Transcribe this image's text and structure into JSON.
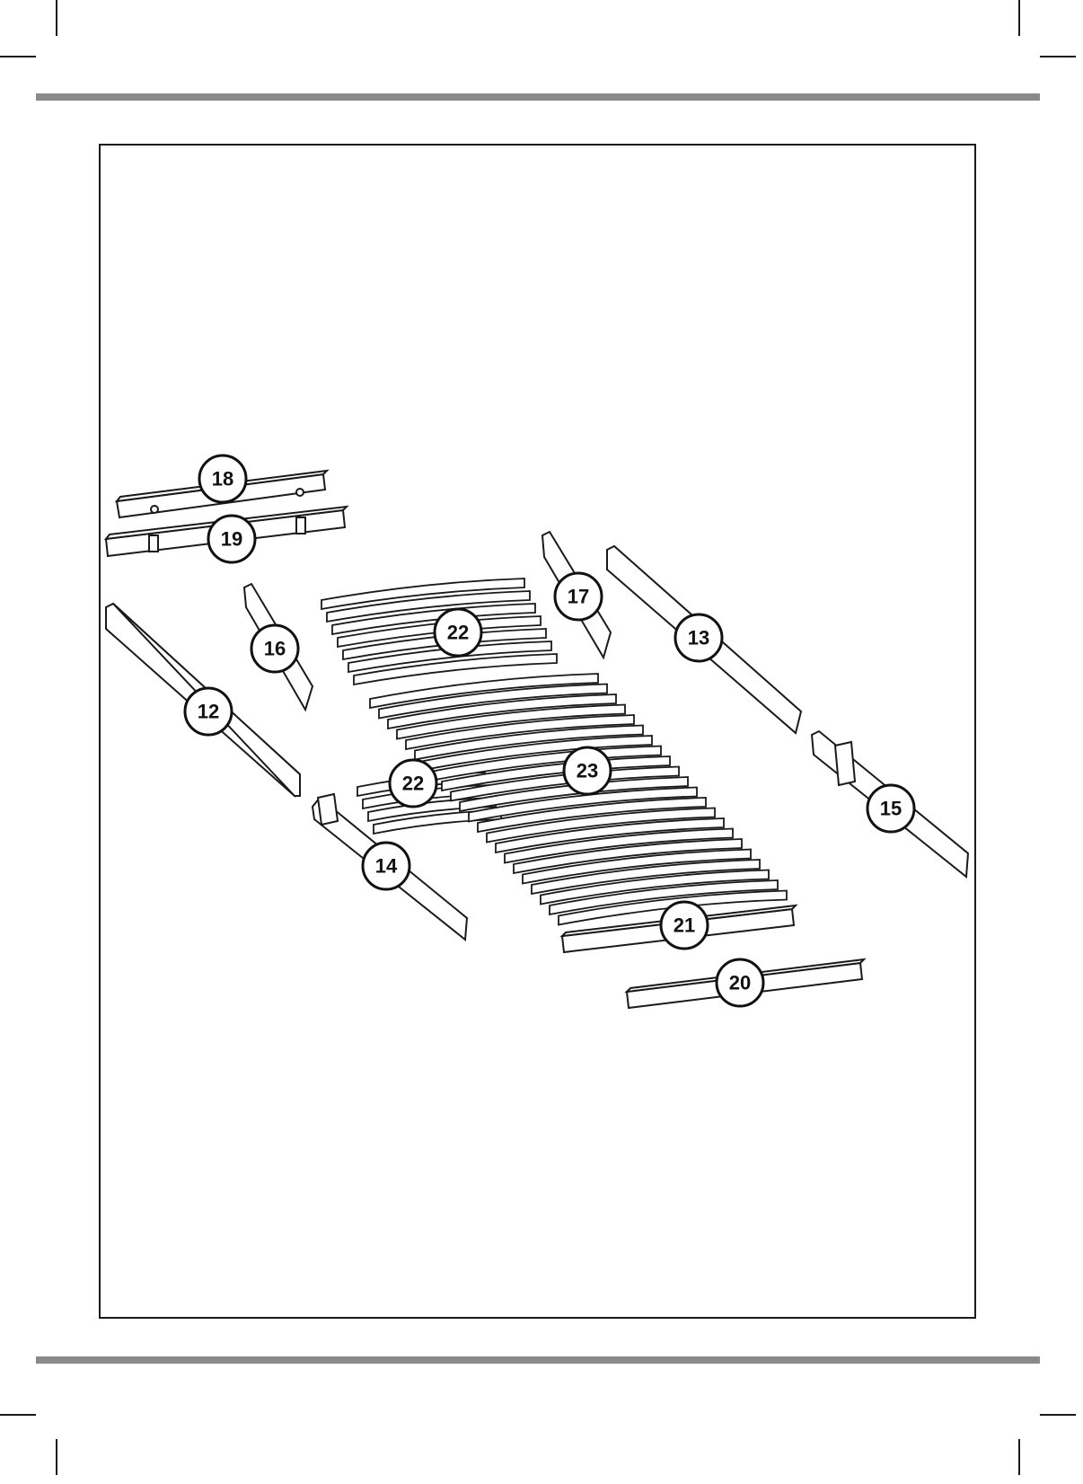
{
  "colors": {
    "bar": "#8a8a8a",
    "line": "#1a1a1a",
    "fill": "#ffffff"
  },
  "parts": [
    {
      "id": "p12",
      "label": "12",
      "kind": "long-rail-with-holes"
    },
    {
      "id": "p13",
      "label": "13",
      "kind": "long-rail-with-holes"
    },
    {
      "id": "p14",
      "label": "14",
      "kind": "rail-with-bracket"
    },
    {
      "id": "p15",
      "label": "15",
      "kind": "rail-with-bracket"
    },
    {
      "id": "p16",
      "label": "16",
      "kind": "short-support"
    },
    {
      "id": "p17",
      "label": "17",
      "kind": "short-support"
    },
    {
      "id": "p18",
      "label": "18",
      "kind": "crossbar-with-fittings"
    },
    {
      "id": "p19",
      "label": "19",
      "kind": "crossbar-with-fittings"
    },
    {
      "id": "p20",
      "label": "20",
      "kind": "crossbar"
    },
    {
      "id": "p21",
      "label": "21",
      "kind": "crossbar"
    },
    {
      "id": "p22a",
      "label": "22",
      "kind": "slat-group",
      "count": 7
    },
    {
      "id": "p22b",
      "label": "22",
      "kind": "slat-group",
      "count": 4
    },
    {
      "id": "p23",
      "label": "23",
      "kind": "slat-group",
      "count": 22
    }
  ]
}
